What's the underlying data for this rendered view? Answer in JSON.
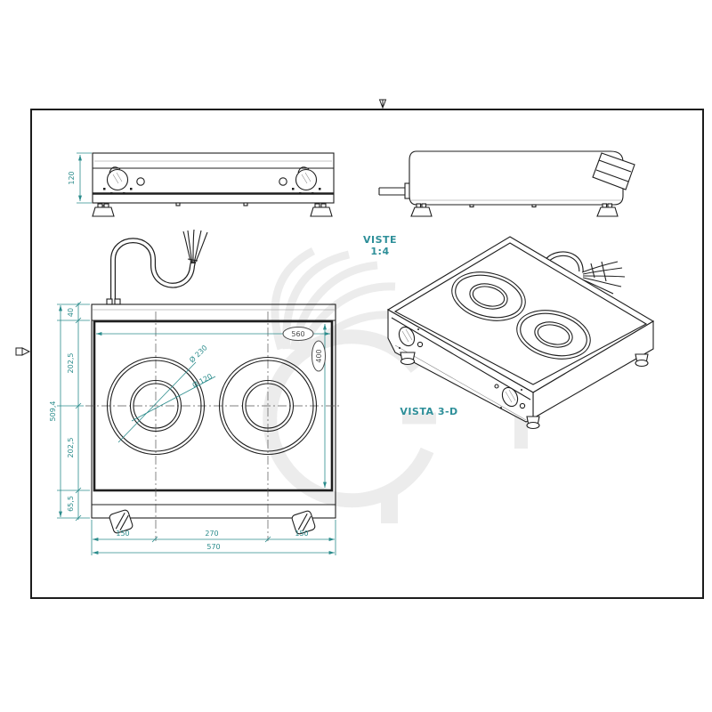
{
  "page": {
    "labels": {
      "views_title": "VISTE",
      "views_scale": "1:4",
      "iso_label": "VISTA 3-D"
    },
    "colors": {
      "line": "#1f1f1f",
      "dimension": "#2b8c8c",
      "view_label": "#2e8f99",
      "balloon": "#4a4a4a",
      "watermark": "#ececec",
      "background": "#ffffff"
    }
  },
  "front_view": {
    "height": "120"
  },
  "plan_view": {
    "balloon_width": "560",
    "balloon_depth": "400",
    "dia_outer": "Ø 230",
    "dia_inner": "Ø 120",
    "left_chain": {
      "seg1": "40",
      "seg2": "202,5",
      "seg3": "202,5",
      "seg4": "65,5",
      "total": "509,4"
    },
    "bottom_chain": {
      "seg1": "150",
      "seg2": "270",
      "seg3": "150",
      "total": "570"
    }
  }
}
